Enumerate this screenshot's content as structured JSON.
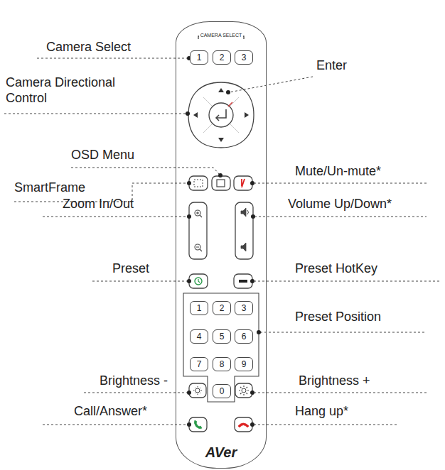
{
  "diagram": {
    "nodes": [
      {
        "text": [
          "AVer"
        ]
      },
      {
        "text": [
          "1"
        ],
        "in": 0
      },
      {
        "text": [
          "2"
        ],
        "in": 0
      },
      {
        "text": [
          "3"
        ],
        "in": 0
      },
      {
        "text": [
          "1"
        ],
        "in": 0
      },
      {
        "text": [
          "2"
        ],
        "in": 0
      },
      {
        "text": [
          "3"
        ],
        "in": 0
      },
      {
        "text": [
          "4"
        ],
        "in": 0
      },
      {
        "text": [
          "5"
        ],
        "in": 0
      },
      {
        "text": [
          "6"
        ],
        "in": 0
      },
      {
        "text": [
          "7"
        ],
        "in": 0
      },
      {
        "text": [
          "8"
        ],
        "in": 0
      },
      {
        "text": [
          "9"
        ],
        "in": 0
      },
      {
        "text": [
          "0"
        ],
        "in": 0
      }
    ],
    "labels": [
      "CAMERA SELECT",
      "Camera Select",
      "Camera Directional Control",
      "OSD Menu",
      "SmartFrame",
      "Zoom In/Out",
      "Preset",
      "Brightness -",
      "Call/Answer*",
      "Enter",
      "Mute/Un-mute*",
      "Volume Up/Down*",
      "Preset HotKey",
      "Preset Position",
      "Brightness +",
      "Hang up*"
    ]
  }
}
